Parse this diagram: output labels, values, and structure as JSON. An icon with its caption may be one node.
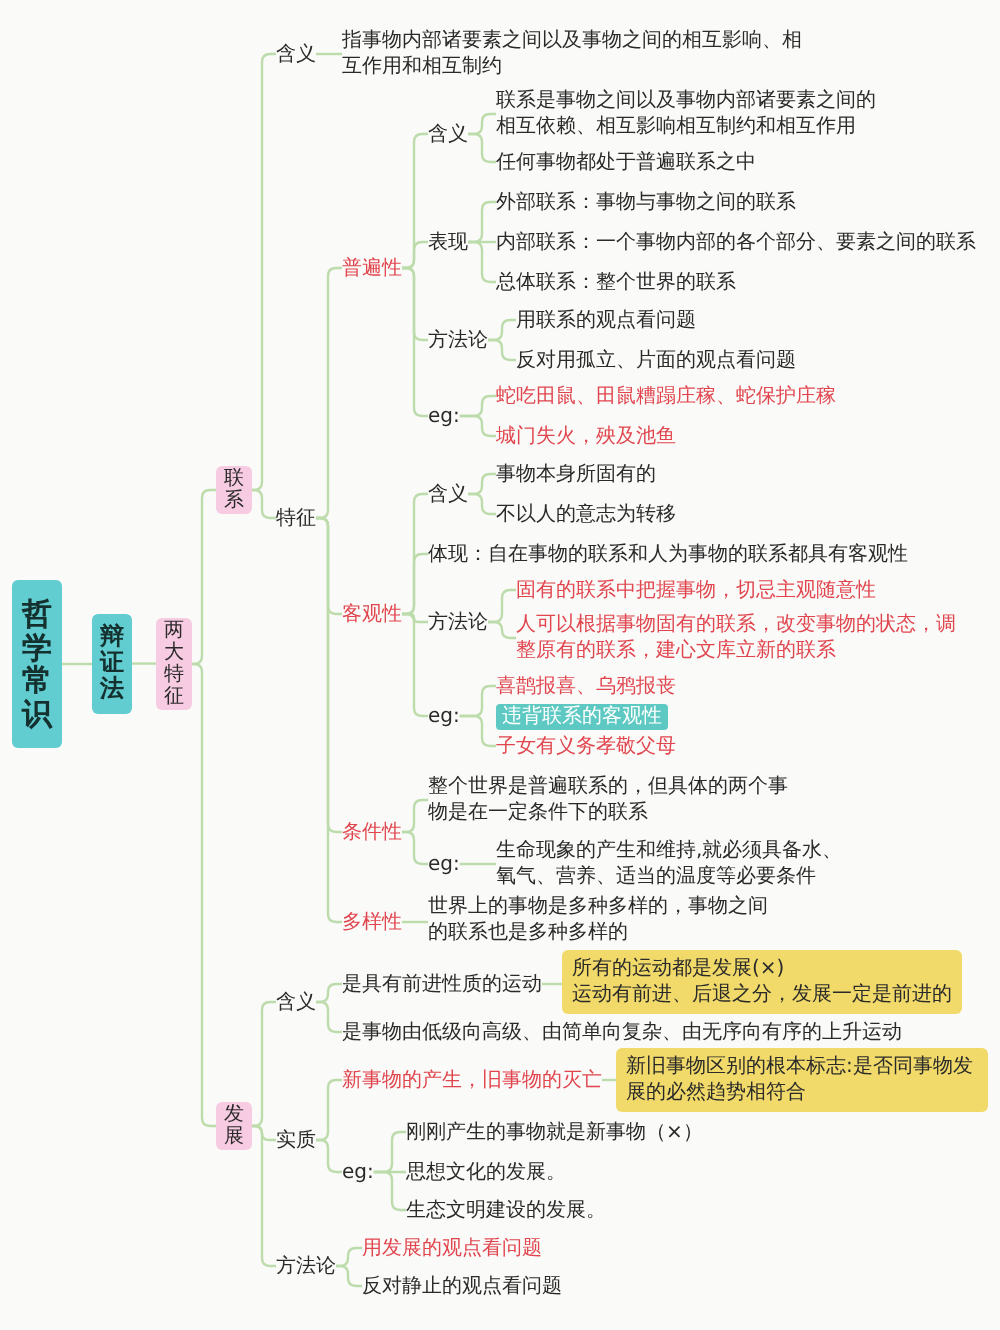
{
  "diagram": {
    "nodes": [
      {
        "text": [
          "哲学常识"
        ]
      },
      {
        "text": [
          "辩证法"
        ]
      },
      {
        "text": [
          "两大特征"
        ]
      },
      {
        "text": [
          "联系"
        ]
      },
      {
        "text": [
          "发展"
        ]
      },
      {
        "text": [
          "含义"
        ]
      },
      {
        "text": [
          "指事物内部诸要素之间以及事物之间的相互影响、相互作用和相互制约"
        ]
      },
      {
        "text": [
          "特征"
        ]
      },
      {
        "text": [
          "普遍性"
        ]
      },
      {
        "text": [
          "含义"
        ]
      },
      {
        "text": [
          "联系是事物之间以及事物内部诸要素之间的相互依赖、相互影响相互制约和相互作用"
        ]
      },
      {
        "text": [
          "任何事物都处于普遍联系之中"
        ]
      },
      {
        "text": [
          "表现"
        ]
      },
      {
        "text": [
          "外部联系：事物与事物之间的联系"
        ]
      },
      {
        "text": [
          "内部联系：一个事物内部的各个部分、要素之间的联系"
        ]
      },
      {
        "text": [
          "总体联系：整个世界的联系"
        ]
      },
      {
        "text": [
          "方法论"
        ]
      },
      {
        "text": [
          "用联系的观点看问题"
        ]
      },
      {
        "text": [
          "反对用孤立、片面的观点看问题"
        ]
      },
      {
        "text": [
          "eg:"
        ]
      },
      {
        "text": [
          "蛇吃田鼠、田鼠糟蹋庄稼、蛇保护庄稼"
        ]
      },
      {
        "text": [
          "城门失火，殃及池鱼"
        ]
      },
      {
        "text": [
          "客观性"
        ]
      },
      {
        "text": [
          "含义"
        ]
      },
      {
        "text": [
          "事物本身所固有的"
        ]
      },
      {
        "text": [
          "不以人的意志为转移"
        ]
      },
      {
        "text": [
          "体现：自在事物的联系和人为事物的联系都具有客观性"
        ]
      },
      {
        "text": [
          "方法论"
        ]
      },
      {
        "text": [
          "固有的联系中把握事物，切忌主观随意性"
        ]
      },
      {
        "text": [
          "人可以根据事物固有的联系，改变事物的状态，调整原有的联系，建心文库立新的联系"
        ]
      },
      {
        "text": [
          "eg:"
        ]
      },
      {
        "text": [
          "喜鹊报喜、乌鸦报丧"
        ]
      },
      {
        "text": [
          "违背联系的客观性"
        ]
      },
      {
        "text": [
          "子女有义务孝敬父母"
        ]
      },
      {
        "text": [
          "条件性"
        ]
      },
      {
        "text": [
          "整个世界是普遍联系的，但具体的两个事物是在一定条件下的联系"
        ]
      },
      {
        "text": [
          "eg:"
        ]
      },
      {
        "text": [
          "生命现象的产生和维持,就必须具备水、氧气、营养、适当的温度等必要条件"
        ]
      },
      {
        "text": [
          "多样性"
        ]
      },
      {
        "text": [
          "世界上的事物是多种多样的，事物之间的联系也是多种多样的"
        ]
      },
      {
        "text": [
          "含义"
        ]
      },
      {
        "text": [
          "是具有前进性质的运动"
        ]
      },
      {
        "text": [
          "所有的运动都是发展(×)",
          "运动有前进、后退之分，发展一定是前进的"
        ]
      },
      {
        "text": [
          "是事物由低级向高级、由简单向复杂、由无序向有序的上升运动"
        ]
      },
      {
        "text": [
          "实质"
        ]
      },
      {
        "text": [
          "新事物的产生，旧事物的灭亡"
        ]
      },
      {
        "text": [
          "新旧事物区别的根本标志:是否同事物发展的必然趋势相符合"
        ]
      },
      {
        "text": [
          "eg:"
        ]
      },
      {
        "text": [
          "刚刚产生的事物就是新事物（×）"
        ]
      },
      {
        "text": [
          "思想文化的发展。"
        ]
      },
      {
        "text": [
          "生态文明建设的发展。"
        ]
      },
      {
        "text": [
          "方法论"
        ]
      },
      {
        "text": [
          "用发展的观点看问题"
        ]
      },
      {
        "text": [
          "反对静止的观点看问题"
        ]
      }
    ],
    "edges": [
      {
        "from": 0,
        "to": 1,
        "arrow": "none"
      },
      {
        "from": 1,
        "to": 2,
        "arrow": "none"
      },
      {
        "from": 2,
        "to": 3,
        "arrow": "none"
      },
      {
        "from": 2,
        "to": 4,
        "arrow": "none"
      },
      {
        "from": 3,
        "to": 5,
        "arrow": "none"
      },
      {
        "from": 5,
        "to": 6,
        "arrow": "none"
      },
      {
        "from": 3,
        "to": 7,
        "arrow": "none"
      },
      {
        "from": 7,
        "to": 8,
        "arrow": "none"
      },
      {
        "from": 8,
        "to": 9,
        "arrow": "none"
      },
      {
        "from": 9,
        "to": 10,
        "arrow": "none"
      },
      {
        "from": 9,
        "to": 11,
        "arrow": "none"
      },
      {
        "from": 8,
        "to": 12,
        "arrow": "none"
      },
      {
        "from": 12,
        "to": 13,
        "arrow": "none"
      },
      {
        "from": 12,
        "to": 14,
        "arrow": "none"
      },
      {
        "from": 12,
        "to": 15,
        "arrow": "none"
      },
      {
        "from": 8,
        "to": 16,
        "arrow": "none"
      },
      {
        "from": 16,
        "to": 17,
        "arrow": "none"
      },
      {
        "from": 16,
        "to": 18,
        "arrow": "none"
      },
      {
        "from": 8,
        "to": 19,
        "arrow": "none"
      },
      {
        "from": 19,
        "to": 20,
        "arrow": "none"
      },
      {
        "from": 19,
        "to": 21,
        "arrow": "none"
      },
      {
        "from": 7,
        "to": 22,
        "arrow": "none"
      },
      {
        "from": 22,
        "to": 23,
        "arrow": "none"
      },
      {
        "from": 23,
        "to": 24,
        "arrow": "none"
      },
      {
        "from": 23,
        "to": 25,
        "arrow": "none"
      },
      {
        "from": 22,
        "to": 26,
        "arrow": "none"
      },
      {
        "from": 22,
        "to": 27,
        "arrow": "none"
      },
      {
        "from": 27,
        "to": 28,
        "arrow": "none"
      },
      {
        "from": 27,
        "to": 29,
        "arrow": "none"
      },
      {
        "from": 22,
        "to": 30,
        "arrow": "none"
      },
      {
        "from": 30,
        "to": 31,
        "arrow": "none"
      },
      {
        "from": 30,
        "to": 33,
        "arrow": "none"
      },
      {
        "from": 7,
        "to": 34,
        "arrow": "none"
      },
      {
        "from": 34,
        "to": 35,
        "arrow": "none"
      },
      {
        "from": 34,
        "to": 36,
        "arrow": "none"
      },
      {
        "from": 36,
        "to": 37,
        "arrow": "none"
      },
      {
        "from": 7,
        "to": 38,
        "arrow": "none"
      },
      {
        "from": 38,
        "to": 39,
        "arrow": "none"
      },
      {
        "from": 4,
        "to": 40,
        "arrow": "none"
      },
      {
        "from": 40,
        "to": 41,
        "arrow": "none"
      },
      {
        "from": 41,
        "to": 42,
        "arrow": "none"
      },
      {
        "from": 40,
        "to": 43,
        "arrow": "none"
      },
      {
        "from": 4,
        "to": 44,
        "arrow": "none"
      },
      {
        "from": 44,
        "to": 45,
        "arrow": "none"
      },
      {
        "from": 45,
        "to": 46,
        "arrow": "none"
      },
      {
        "from": 44,
        "to": 47,
        "arrow": "none"
      },
      {
        "from": 47,
        "to": 48,
        "arrow": "none"
      },
      {
        "from": 47,
        "to": 49,
        "arrow": "none"
      },
      {
        "from": 47,
        "to": 50,
        "arrow": "none"
      },
      {
        "from": 4,
        "to": 51,
        "arrow": "none"
      },
      {
        "from": 51,
        "to": 52,
        "arrow": "none"
      },
      {
        "from": 51,
        "to": 53,
        "arrow": "none"
      }
    ]
  }
}
